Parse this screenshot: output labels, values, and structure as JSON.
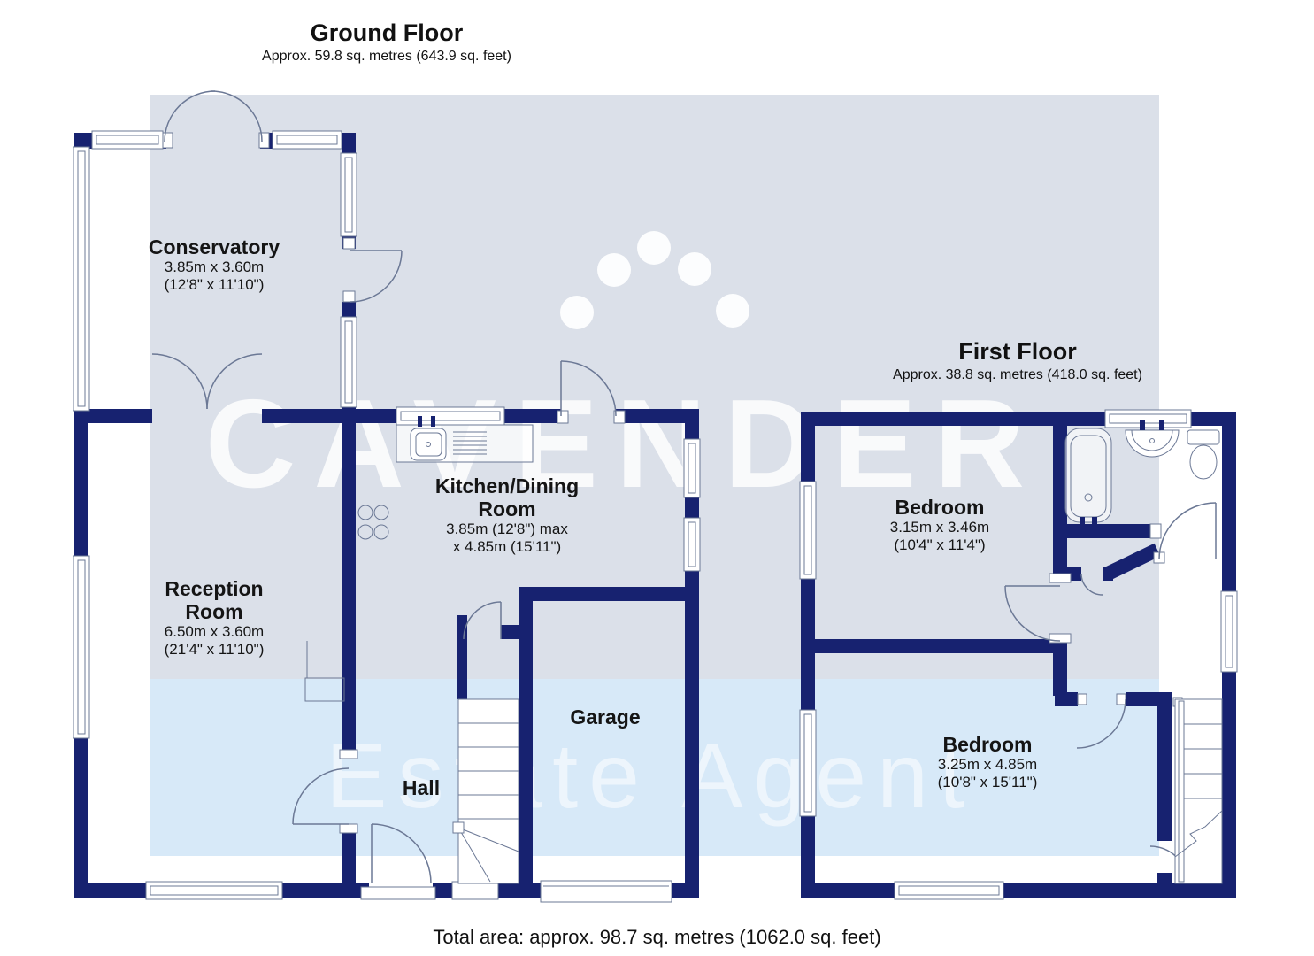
{
  "ground_floor": {
    "title": "Ground Floor",
    "area_label": "Approx. 59.8 sq. metres (643.9 sq. feet)",
    "rooms": {
      "conservatory": {
        "name": "Conservatory",
        "dims_line1": "3.85m x 3.60m",
        "dims_line2": "(12'8\" x 11'10\")"
      },
      "kitchen_dining": {
        "name": "Kitchen/Dining Room",
        "dims_line1": "3.85m (12'8\") max",
        "dims_line2": "x 4.85m (15'11\")"
      },
      "reception": {
        "name": "Reception Room",
        "dims_line1": "6.50m x 3.60m",
        "dims_line2": "(21'4\" x 11'10\")"
      },
      "garage": {
        "name": "Garage"
      },
      "hall": {
        "name": "Hall"
      }
    }
  },
  "first_floor": {
    "title": "First Floor",
    "area_label": "Approx. 38.8 sq. metres (418.0 sq. feet)",
    "rooms": {
      "bedroom1": {
        "name": "Bedroom",
        "dims_line1": "3.15m x 3.46m",
        "dims_line2": "(10'4\" x 11'4\")"
      },
      "bedroom2": {
        "name": "Bedroom",
        "dims_line1": "3.25m x 4.85m",
        "dims_line2": "(10'8\" x 15'11\")"
      }
    }
  },
  "footer": {
    "total_area": "Total area: approx. 98.7 sq. metres (1062.0 sq. feet)"
  },
  "watermark": {
    "brand": "CAVENDER",
    "tagline": "Estate Agent"
  },
  "colors": {
    "wall_navy": "#172270",
    "detail_line": "#6b7895",
    "band_grey": "#dbe0e9",
    "band_blue": "#d7e9f8",
    "watermark_white": "#ffffff"
  }
}
